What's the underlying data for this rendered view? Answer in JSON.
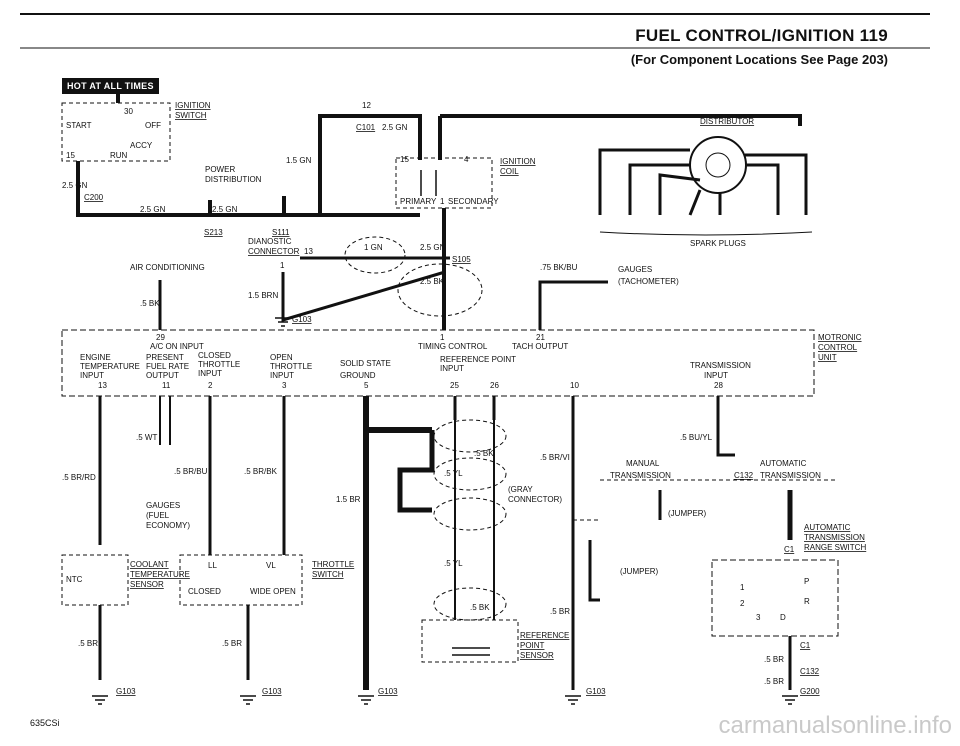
{
  "header": {
    "title": "FUEL CONTROL/IGNITION  119",
    "subtitle": "(For Component Locations See Page 203)"
  },
  "badge": "HOT AT ALL TIMES",
  "footer_code": "635CSi",
  "watermark": "carmanualsonline.info",
  "ignition_switch": {
    "label_line1": "IGNITION",
    "label_line2": "SWITCH",
    "positions": [
      "30",
      "START",
      "OFF",
      "ACCY",
      "RUN",
      "15"
    ]
  },
  "connectors": {
    "c200": "C200",
    "c101": "C101",
    "c101_pin": "12",
    "s213": "S213",
    "s111": "S111",
    "s105": "S105",
    "g103": "G103",
    "diag_pin": "13",
    "diag_pin1": "1"
  },
  "wires": {
    "w_25gn": "2.5 GN",
    "w_15gn": "1.5 GN",
    "w_1gn": "1 GN",
    "w_25bk": "2.5 BK",
    "w_15brn": "1.5 BRN",
    "w_5bk": ".5 BK",
    "w_75bkbu": ".75 BK/BU",
    "w_5wt": ".5 WT",
    "w_5brbu": ".5 BR/BU",
    "w_5brbk": ".5 BR/BK",
    "w_5brrd": ".5 BR/RD",
    "w_15br": "1.5 BR",
    "w_5yl": ".5 YL",
    "w_5brvi": ".5 BR/VI",
    "w_5buyl": ".5 BU/YL",
    "w_5br": ".5 BR"
  },
  "components": {
    "power_dist": [
      "POWER",
      "DISTRIBUTION"
    ],
    "diag_conn": [
      "DIANOSTIC",
      "CONNECTOR"
    ],
    "ignition_coil": [
      "IGNITION",
      "COIL"
    ],
    "primary": "PRIMARY",
    "secondary": "SECONDARY",
    "coil_pins": [
      "15",
      "4",
      "1"
    ],
    "distributor": "DISTRIBUTOR",
    "spark_plugs": "SPARK PLUGS",
    "ac": "AIR CONDITIONING",
    "gauges_tach": [
      "GAUGES",
      "(TACHOMETER)"
    ],
    "motronic": [
      "MOTRONIC",
      "CONTROL",
      "UNIT"
    ],
    "coolant": [
      "COOLANT",
      "TEMPERATURE",
      "SENSOR"
    ],
    "ntc": "NTC",
    "throttle": [
      "THROTTLE",
      "SWITCH"
    ],
    "throttle_pos": [
      "LL",
      "VL",
      "CLOSED",
      "WIDE OPEN"
    ],
    "gauges_fuel": [
      "GAUGES",
      "(FUEL",
      "ECONOMY)"
    ],
    "ref_sensor": [
      "REFERENCE",
      "POINT",
      "SENSOR"
    ],
    "gray_conn": [
      "(GRAY",
      "CONNECTOR)"
    ],
    "manual_tx": [
      "MANUAL",
      "TRANSMISSION"
    ],
    "auto_tx": [
      "AUTOMATIC",
      "TRANSMISSION"
    ],
    "jumper": "(JUMPER)",
    "auto_tx_switch": [
      "AUTOMATIC",
      "TRANSMISSION",
      "RANGE SWITCH"
    ],
    "c132": "C132",
    "c1": "C1",
    "g200": "G200",
    "range_letters": [
      "P",
      "R",
      "D",
      "1",
      "2",
      "3"
    ]
  },
  "ecu_pins": {
    "row_top": [
      {
        "pin": "29",
        "label": "A/C ON INPUT"
      },
      {
        "pin": "1",
        "label": "TIMING CONTROL"
      },
      {
        "pin": "21",
        "label": "TACH OUTPUT"
      }
    ],
    "row_inputs": [
      {
        "lines": [
          "ENGINE",
          "TEMPERATURE",
          "INPUT"
        ],
        "pin": "13"
      },
      {
        "lines": [
          "PRESENT",
          "FUEL RATE",
          "OUTPUT"
        ],
        "pin": "11"
      },
      {
        "lines": [
          "CLOSED",
          "THROTTLE",
          "INPUT"
        ],
        "pin": "2"
      },
      {
        "lines": [
          "OPEN",
          "THROTTLE",
          "INPUT"
        ],
        "pin": "3"
      },
      {
        "lines": [
          "SOLID STATE",
          "GROUND"
        ],
        "pin": "5"
      },
      {
        "lines": [
          "REFERENCE POINT",
          "INPUT"
        ],
        "pins": [
          "25",
          "26"
        ]
      },
      {
        "lines": [],
        "pin": "10"
      },
      {
        "lines": [
          "TRANSMISSION",
          "INPUT"
        ],
        "pin": "28"
      }
    ]
  }
}
